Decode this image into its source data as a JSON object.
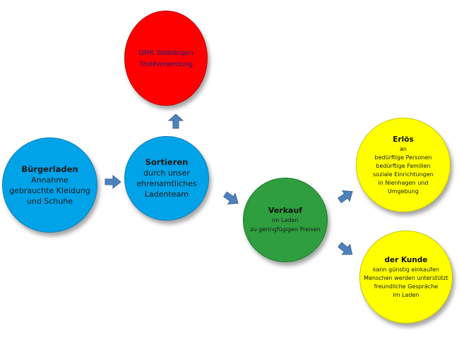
{
  "colors": {
    "red": "#ff0000",
    "blue": "#00a2e8",
    "green": "#2e9e3e",
    "yellow": "#ffff00",
    "arrow": "#4f81bd"
  },
  "nodes": {
    "drk": {
      "line1": "DRK Wathlingen",
      "line2": "Textilverwertung"
    },
    "buergerladen": {
      "title": "Bürgerladen",
      "line1": "Annahme",
      "line2": "gebrauchte Kleidung",
      "line3": "und Schuhe"
    },
    "sortieren": {
      "title": "Sortieren",
      "line1": "durch unser",
      "line2": "ehrenamtliches",
      "line3": "Ladenteam"
    },
    "verkauf": {
      "title": "Verkauf",
      "line1": "im Laden",
      "line2": "zu geringfügigen Preisen"
    },
    "erloes": {
      "title": "Erlös",
      "line1": "an",
      "line2": "bedürftige Personen",
      "line3": "bedürftige Familien",
      "line4": "soziale Einrichtungen",
      "line5": "in Nienhagen und",
      "line6": "Umgebung"
    },
    "kunde": {
      "title": "der Kunde",
      "line1": "kann günstig einkaufen",
      "line2": "Menschen werden unterstützt",
      "line3": "freundliche Gespräche",
      "line4": "im Laden"
    }
  }
}
